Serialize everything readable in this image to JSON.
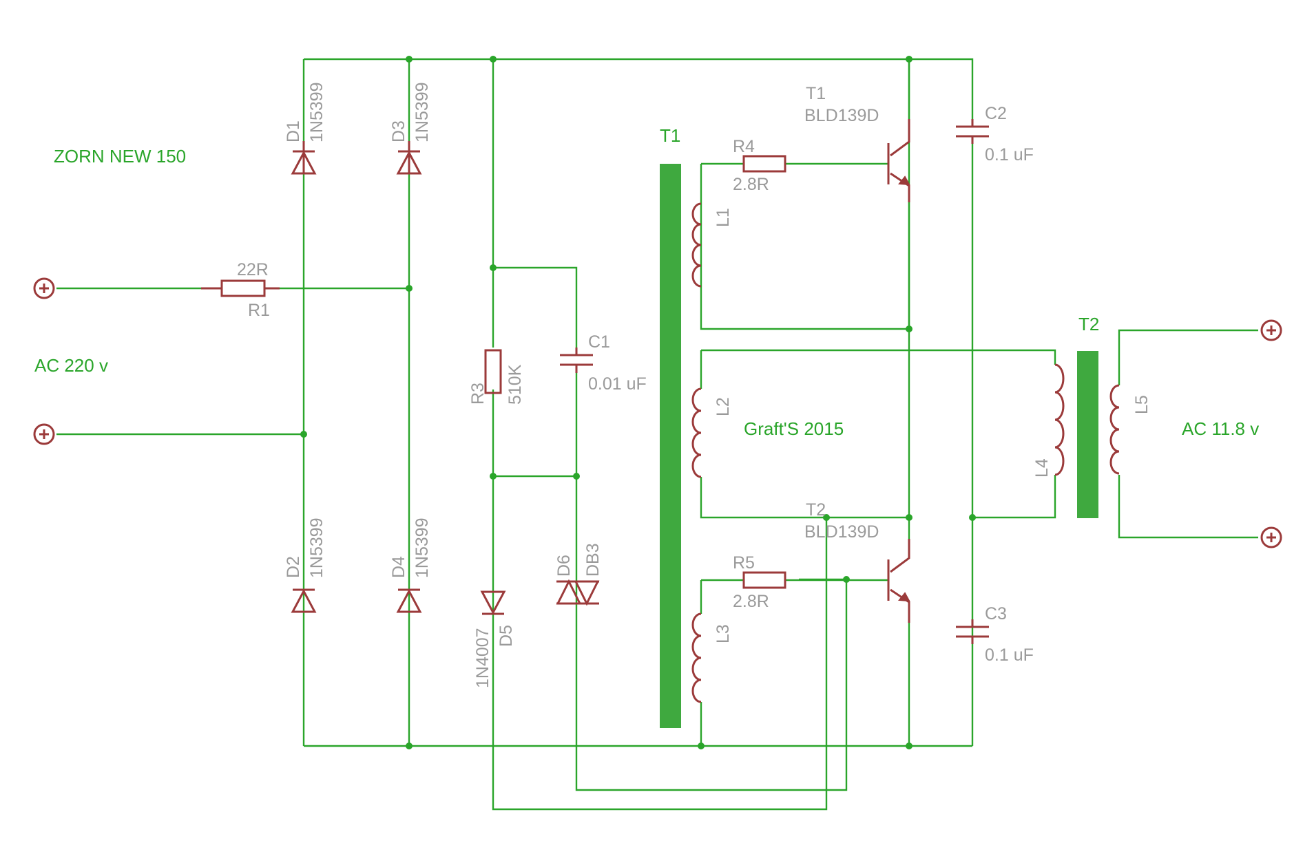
{
  "notes": {
    "project": "ZORN NEW 150",
    "input": "AC 220 v",
    "author": "Graft'S 2015",
    "output": "AC 11.8 v"
  },
  "components": {
    "R1": {
      "name": "R1",
      "value": "22R"
    },
    "R3": {
      "name": "R3",
      "value": "510K"
    },
    "R4": {
      "name": "R4",
      "value": "2.8R"
    },
    "R5": {
      "name": "R5",
      "value": "2.8R"
    },
    "C1": {
      "name": "C1",
      "value": "0.01 uF"
    },
    "C2": {
      "name": "C2",
      "value": "0.1 uF"
    },
    "C3": {
      "name": "C3",
      "value": "0.1 uF"
    },
    "D1": {
      "name": "D1",
      "value": "1N5399"
    },
    "D2": {
      "name": "D2",
      "value": "1N5399"
    },
    "D3": {
      "name": "D3",
      "value": "1N5399"
    },
    "D4": {
      "name": "D4",
      "value": "1N5399"
    },
    "D5": {
      "name": "D5",
      "value": "1N4007"
    },
    "D6": {
      "name": "D6",
      "value": "DB3"
    },
    "Q1": {
      "name": "T1",
      "value": "BLD139D"
    },
    "Q2": {
      "name": "T2",
      "value": "BLD139D"
    },
    "L1": {
      "name": "L1"
    },
    "L2": {
      "name": "L2"
    },
    "L3": {
      "name": "L3"
    },
    "L4": {
      "name": "L4"
    },
    "L5": {
      "name": "L5"
    },
    "X1": {
      "name": "T1"
    },
    "X2": {
      "name": "T2"
    }
  },
  "colors": {
    "wire": "#2aa52a",
    "component": "#9b3a3a",
    "label": "#9a9a9a",
    "core": "#3fa93f"
  }
}
